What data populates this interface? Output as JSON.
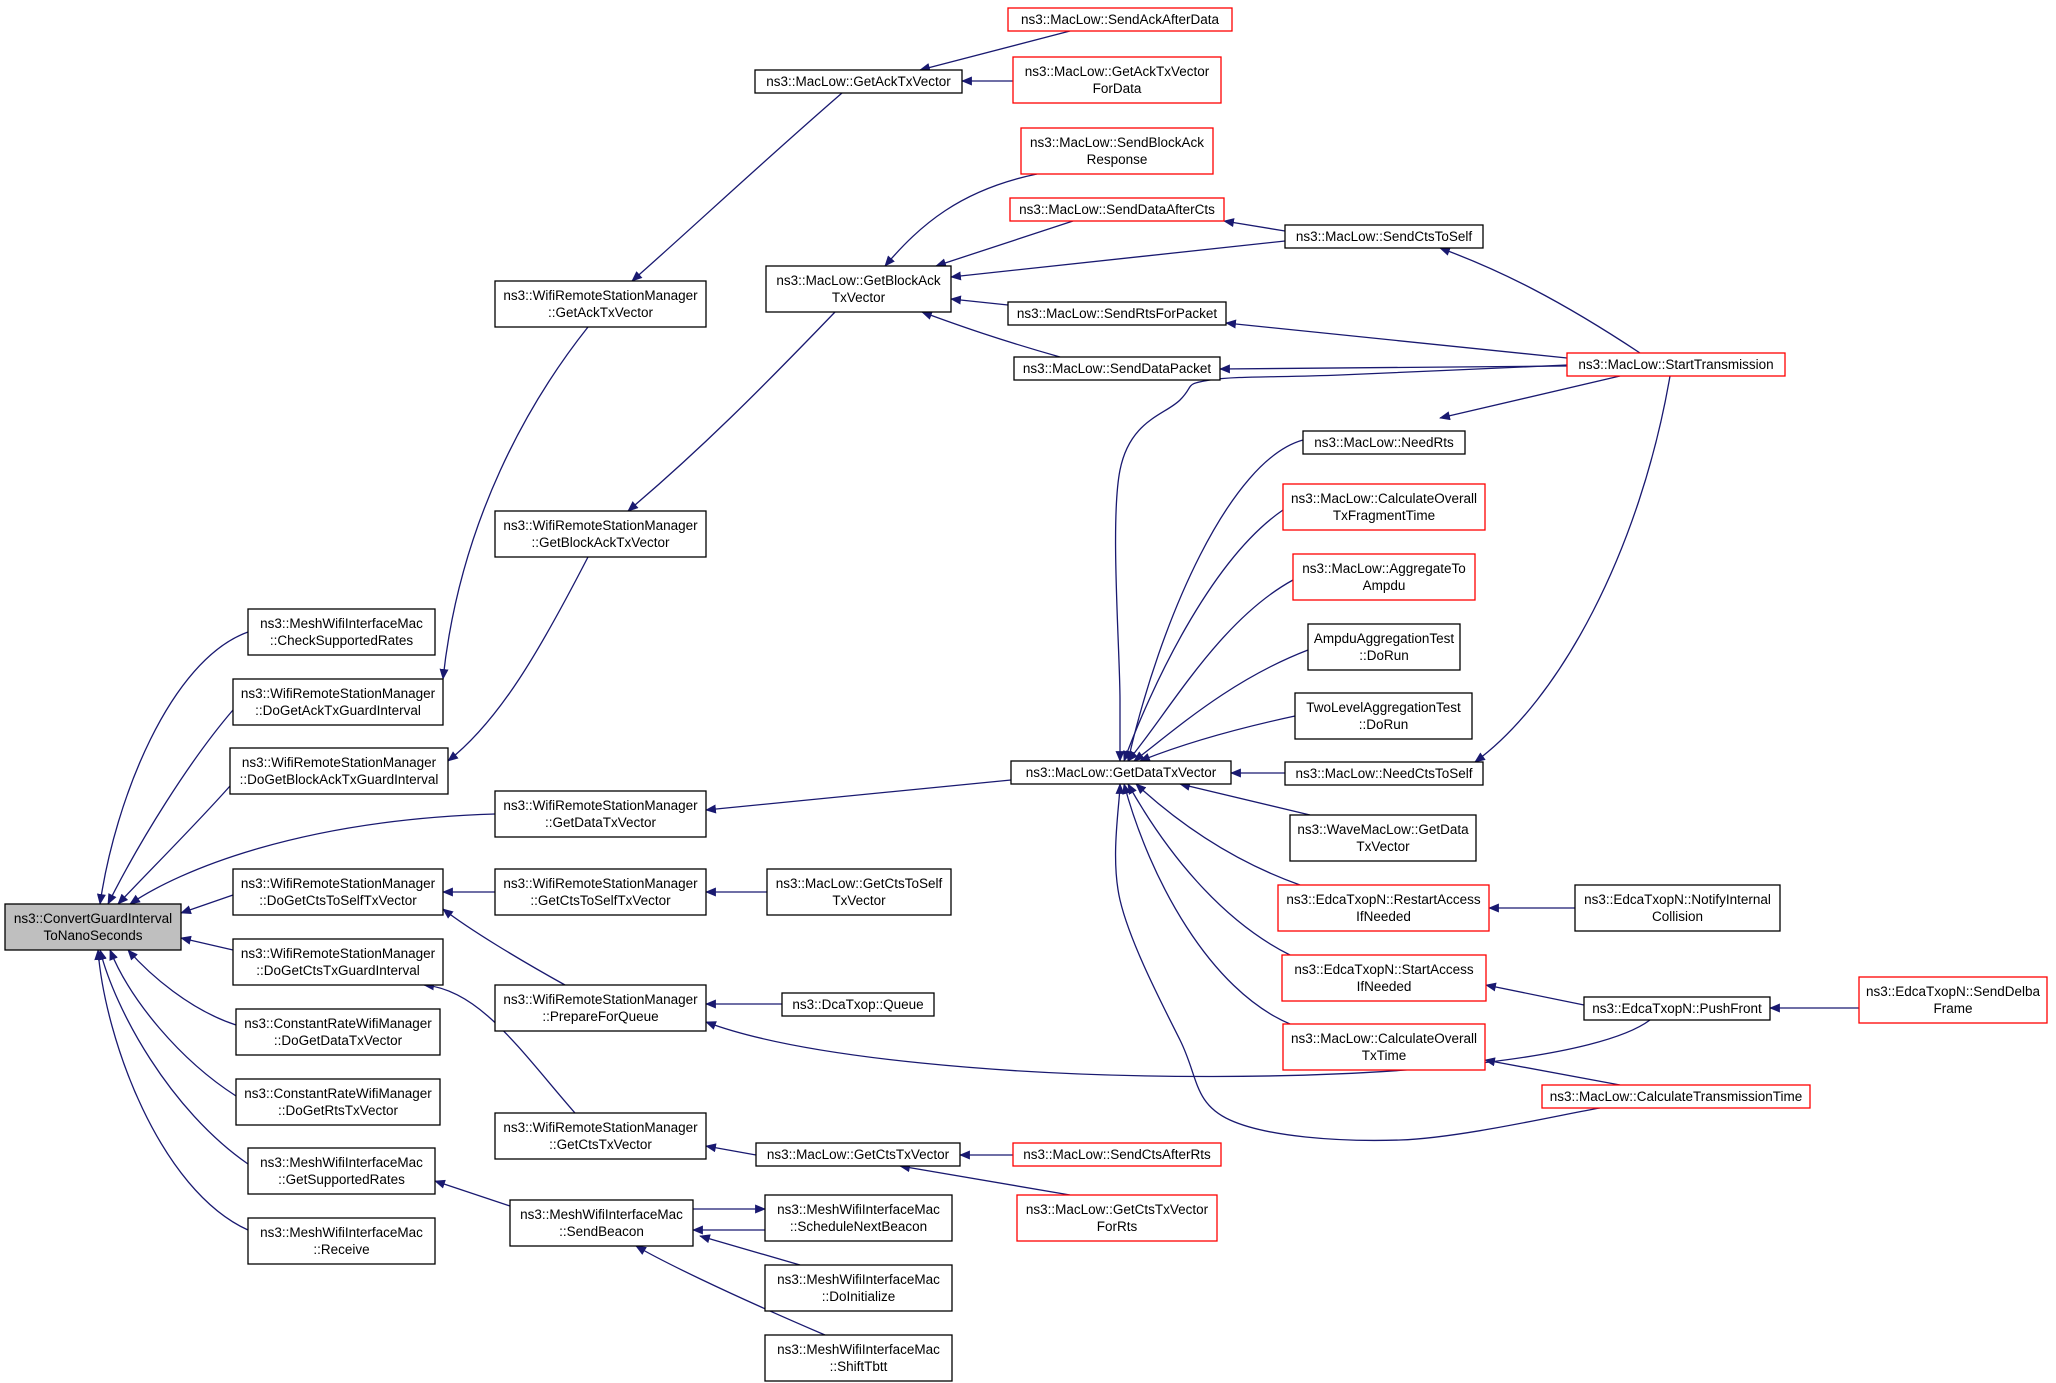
{
  "colors": {
    "edge": "#191970",
    "border_normal": "#000000",
    "border_truncated": "#ff0000",
    "fill_focus": "#bfbfbf",
    "fill_normal": "#ffffff",
    "text": "#000000"
  },
  "nodes": [
    {
      "id": "root",
      "lines": [
        "ns3::ConvertGuardInterval",
        "ToNanoSeconds"
      ],
      "style": "focus"
    },
    {
      "id": "mwim_check",
      "lines": [
        "ns3::MeshWifiInterfaceMac",
        "::CheckSupportedRates"
      ],
      "style": "normal"
    },
    {
      "id": "wrsm_doack",
      "lines": [
        "ns3::WifiRemoteStationManager",
        "::DoGetAckTxGuardInterval"
      ],
      "style": "normal"
    },
    {
      "id": "wrsm_doblockack",
      "lines": [
        "ns3::WifiRemoteStationManager",
        "::DoGetBlockAckTxGuardInterval"
      ],
      "style": "normal"
    },
    {
      "id": "wrsm_getdata",
      "lines": [
        "ns3::WifiRemoteStationManager",
        "::GetDataTxVector"
      ],
      "style": "normal"
    },
    {
      "id": "wrsm_doctstoself",
      "lines": [
        "ns3::WifiRemoteStationManager",
        "::DoGetCtsToSelfTxVector"
      ],
      "style": "normal"
    },
    {
      "id": "wrsm_doctsguard",
      "lines": [
        "ns3::WifiRemoteStationManager",
        "::DoGetCtsTxGuardInterval"
      ],
      "style": "normal"
    },
    {
      "id": "crwm_data",
      "lines": [
        "ns3::ConstantRateWifiManager",
        "::DoGetDataTxVector"
      ],
      "style": "normal"
    },
    {
      "id": "crwm_rts",
      "lines": [
        "ns3::ConstantRateWifiManager",
        "::DoGetRtsTxVector"
      ],
      "style": "normal"
    },
    {
      "id": "mwim_getsupp",
      "lines": [
        "ns3::MeshWifiInterfaceMac",
        "::GetSupportedRates"
      ],
      "style": "normal"
    },
    {
      "id": "mwim_receive",
      "lines": [
        "ns3::MeshWifiInterfaceMac",
        "::Receive"
      ],
      "style": "normal"
    },
    {
      "id": "wrsm_getack",
      "lines": [
        "ns3::WifiRemoteStationManager",
        "::GetAckTxVector"
      ],
      "style": "normal"
    },
    {
      "id": "wrsm_getblockack",
      "lines": [
        "ns3::WifiRemoteStationManager",
        "::GetBlockAckTxVector"
      ],
      "style": "normal"
    },
    {
      "id": "wrsm_getctstoself",
      "lines": [
        "ns3::WifiRemoteStationManager",
        "::GetCtsToSelfTxVector"
      ],
      "style": "normal"
    },
    {
      "id": "wrsm_prepare",
      "lines": [
        "ns3::WifiRemoteStationManager",
        "::PrepareForQueue"
      ],
      "style": "normal"
    },
    {
      "id": "wrsm_getcts",
      "lines": [
        "ns3::WifiRemoteStationManager",
        "::GetCtsTxVector"
      ],
      "style": "normal"
    },
    {
      "id": "mwim_sendbeacon",
      "lines": [
        "ns3::MeshWifiInterfaceMac",
        "::SendBeacon"
      ],
      "style": "normal"
    },
    {
      "id": "ml_getack",
      "lines": [
        "ns3::MacLow::GetAckTxVector"
      ],
      "style": "normal"
    },
    {
      "id": "ml_getblockack",
      "lines": [
        "ns3::MacLow::GetBlockAck",
        "TxVector"
      ],
      "style": "normal"
    },
    {
      "id": "ml_getdata",
      "lines": [
        "ns3::MacLow::GetDataTxVector"
      ],
      "style": "normal"
    },
    {
      "id": "ml_getctstoself",
      "lines": [
        "ns3::MacLow::GetCtsToSelf",
        "TxVector"
      ],
      "style": "normal"
    },
    {
      "id": "dca_queue",
      "lines": [
        "ns3::DcaTxop::Queue"
      ],
      "style": "normal"
    },
    {
      "id": "ml_getcts",
      "lines": [
        "ns3::MacLow::GetCtsTxVector"
      ],
      "style": "normal"
    },
    {
      "id": "mwim_schedule",
      "lines": [
        "ns3::MeshWifiInterfaceMac",
        "::ScheduleNextBeacon"
      ],
      "style": "normal"
    },
    {
      "id": "mwim_doinit",
      "lines": [
        "ns3::MeshWifiInterfaceMac",
        "::DoInitialize"
      ],
      "style": "normal"
    },
    {
      "id": "mwim_shift",
      "lines": [
        "ns3::MeshWifiInterfaceMac",
        "::ShiftTbtt"
      ],
      "style": "normal"
    },
    {
      "id": "ml_sendackafterdata",
      "lines": [
        "ns3::MacLow::SendAckAfterData"
      ],
      "style": "truncated"
    },
    {
      "id": "ml_getackfordata",
      "lines": [
        "ns3::MacLow::GetAckTxVector",
        "ForData"
      ],
      "style": "truncated"
    },
    {
      "id": "ml_sendblockackresp",
      "lines": [
        "ns3::MacLow::SendBlockAck",
        "Response"
      ],
      "style": "truncated"
    },
    {
      "id": "ml_senddataaftercts",
      "lines": [
        "ns3::MacLow::SendDataAfterCts"
      ],
      "style": "truncated"
    },
    {
      "id": "ml_sendrts",
      "lines": [
        "ns3::MacLow::SendRtsForPacket"
      ],
      "style": "normal"
    },
    {
      "id": "ml_senddatapacket",
      "lines": [
        "ns3::MacLow::SendDataPacket"
      ],
      "style": "normal"
    },
    {
      "id": "ml_sendctstoself",
      "lines": [
        "ns3::MacLow::SendCtsToSelf"
      ],
      "style": "normal"
    },
    {
      "id": "ml_needrts",
      "lines": [
        "ns3::MacLow::NeedRts"
      ],
      "style": "normal"
    },
    {
      "id": "ml_calcoverallfrag",
      "lines": [
        "ns3::MacLow::CalculateOverall",
        "TxFragmentTime"
      ],
      "style": "truncated"
    },
    {
      "id": "ml_aggregate",
      "lines": [
        "ns3::MacLow::AggregateTo",
        "Ampdu"
      ],
      "style": "truncated"
    },
    {
      "id": "ampdu_test",
      "lines": [
        "AmpduAggregationTest",
        "::DoRun"
      ],
      "style": "normal"
    },
    {
      "id": "twolevel_test",
      "lines": [
        "TwoLevelAggregationTest",
        "::DoRun"
      ],
      "style": "normal"
    },
    {
      "id": "ml_needctstoself",
      "lines": [
        "ns3::MacLow::NeedCtsToSelf"
      ],
      "style": "normal"
    },
    {
      "id": "wave_getdata",
      "lines": [
        "ns3::WaveMacLow::GetData",
        "TxVector"
      ],
      "style": "normal"
    },
    {
      "id": "edca_restart",
      "lines": [
        "ns3::EdcaTxopN::RestartAccess",
        "IfNeeded"
      ],
      "style": "truncated"
    },
    {
      "id": "edca_start",
      "lines": [
        "ns3::EdcaTxopN::StartAccess",
        "IfNeeded"
      ],
      "style": "truncated"
    },
    {
      "id": "ml_calcoveralltx",
      "lines": [
        "ns3::MacLow::CalculateOverall",
        "TxTime"
      ],
      "style": "truncated"
    },
    {
      "id": "ml_sendctsafterrts",
      "lines": [
        "ns3::MacLow::SendCtsAfterRts"
      ],
      "style": "truncated"
    },
    {
      "id": "ml_getctsforrts",
      "lines": [
        "ns3::MacLow::GetCtsTxVector",
        "ForRts"
      ],
      "style": "truncated"
    },
    {
      "id": "ml_starttx",
      "lines": [
        "ns3::MacLow::StartTransmission"
      ],
      "style": "truncated"
    },
    {
      "id": "edca_notify",
      "lines": [
        "ns3::EdcaTxopN::NotifyInternal",
        "Collision"
      ],
      "style": "normal"
    },
    {
      "id": "edca_pushfront",
      "lines": [
        "ns3::EdcaTxopN::PushFront"
      ],
      "style": "normal"
    },
    {
      "id": "ml_calctranstime",
      "lines": [
        "ns3::MacLow::CalculateTransmissionTime"
      ],
      "style": "truncated"
    },
    {
      "id": "edca_senddelba",
      "lines": [
        "ns3::EdcaTxopN::SendDelba",
        "Frame"
      ],
      "style": "truncated"
    }
  ],
  "edges": [
    {
      "from": "mwim_check",
      "to": "root"
    },
    {
      "from": "wrsm_doack",
      "to": "root"
    },
    {
      "from": "wrsm_doblockack",
      "to": "root"
    },
    {
      "from": "wrsm_getdata",
      "to": "root"
    },
    {
      "from": "wrsm_doctstoself",
      "to": "root"
    },
    {
      "from": "wrsm_doctsguard",
      "to": "root"
    },
    {
      "from": "crwm_data",
      "to": "root"
    },
    {
      "from": "crwm_rts",
      "to": "root"
    },
    {
      "from": "mwim_getsupp",
      "to": "root"
    },
    {
      "from": "mwim_receive",
      "to": "root"
    },
    {
      "from": "wrsm_getack",
      "to": "wrsm_doack"
    },
    {
      "from": "wrsm_getblockack",
      "to": "wrsm_doblockack"
    },
    {
      "from": "ml_getdata",
      "to": "wrsm_getdata"
    },
    {
      "from": "wrsm_getctstoself",
      "to": "wrsm_doctstoself"
    },
    {
      "from": "wrsm_prepare",
      "to": "wrsm_doctstoself"
    },
    {
      "from": "wrsm_getcts",
      "to": "wrsm_doctsguard"
    },
    {
      "from": "mwim_sendbeacon",
      "to": "mwim_getsupp"
    },
    {
      "from": "ml_getack",
      "to": "wrsm_getack"
    },
    {
      "from": "ml_getblockack",
      "to": "wrsm_getblockack"
    },
    {
      "from": "ml_getctstoself",
      "to": "wrsm_getctstoself"
    },
    {
      "from": "dca_queue",
      "to": "wrsm_prepare"
    },
    {
      "from": "edca_pushfront",
      "to": "wrsm_prepare"
    },
    {
      "from": "ml_getcts",
      "to": "wrsm_getcts"
    },
    {
      "from": "mwim_schedule",
      "to": "mwim_sendbeacon"
    },
    {
      "from": "mwim_doinit",
      "to": "mwim_sendbeacon"
    },
    {
      "from": "mwim_shift",
      "to": "mwim_sendbeacon"
    },
    {
      "from": "mwim_sendbeacon",
      "to": "mwim_schedule"
    },
    {
      "from": "ml_sendackafterdata",
      "to": "ml_getack"
    },
    {
      "from": "ml_getackfordata",
      "to": "ml_getack"
    },
    {
      "from": "ml_sendblockackresp",
      "to": "ml_getblockack"
    },
    {
      "from": "ml_senddataaftercts",
      "to": "ml_getblockack"
    },
    {
      "from": "ml_sendctstoself",
      "to": "ml_getblockack"
    },
    {
      "from": "ml_sendrts",
      "to": "ml_getblockack"
    },
    {
      "from": "ml_senddatapacket",
      "to": "ml_getblockack"
    },
    {
      "from": "ml_sendctstoself",
      "to": "ml_senddataaftercts"
    },
    {
      "from": "ml_starttx",
      "to": "ml_sendctstoself"
    },
    {
      "from": "ml_starttx",
      "to": "ml_sendrts"
    },
    {
      "from": "ml_starttx",
      "to": "ml_senddatapacket"
    },
    {
      "from": "ml_starttx",
      "to": "ml_needrts"
    },
    {
      "from": "ml_starttx",
      "to": "ml_getdata"
    },
    {
      "from": "ml_starttx",
      "to": "ml_needctstoself"
    },
    {
      "from": "ml_needrts",
      "to": "ml_getdata"
    },
    {
      "from": "ml_calcoverallfrag",
      "to": "ml_getdata"
    },
    {
      "from": "ml_aggregate",
      "to": "ml_getdata"
    },
    {
      "from": "ampdu_test",
      "to": "ml_getdata"
    },
    {
      "from": "twolevel_test",
      "to": "ml_getdata"
    },
    {
      "from": "ml_needctstoself",
      "to": "ml_getdata"
    },
    {
      "from": "wave_getdata",
      "to": "ml_getdata"
    },
    {
      "from": "edca_restart",
      "to": "ml_getdata"
    },
    {
      "from": "edca_start",
      "to": "ml_getdata"
    },
    {
      "from": "ml_calcoveralltx",
      "to": "ml_getdata"
    },
    {
      "from": "ml_calctranstime",
      "to": "ml_getdata"
    },
    {
      "from": "edca_notify",
      "to": "edca_restart"
    },
    {
      "from": "edca_pushfront",
      "to": "edca_start"
    },
    {
      "from": "ml_calctranstime",
      "to": "ml_calcoveralltx"
    },
    {
      "from": "edca_senddelba",
      "to": "edca_pushfront"
    },
    {
      "from": "ml_sendctsafterrts",
      "to": "ml_getcts"
    },
    {
      "from": "ml_getctsforrts",
      "to": "ml_getcts"
    }
  ]
}
